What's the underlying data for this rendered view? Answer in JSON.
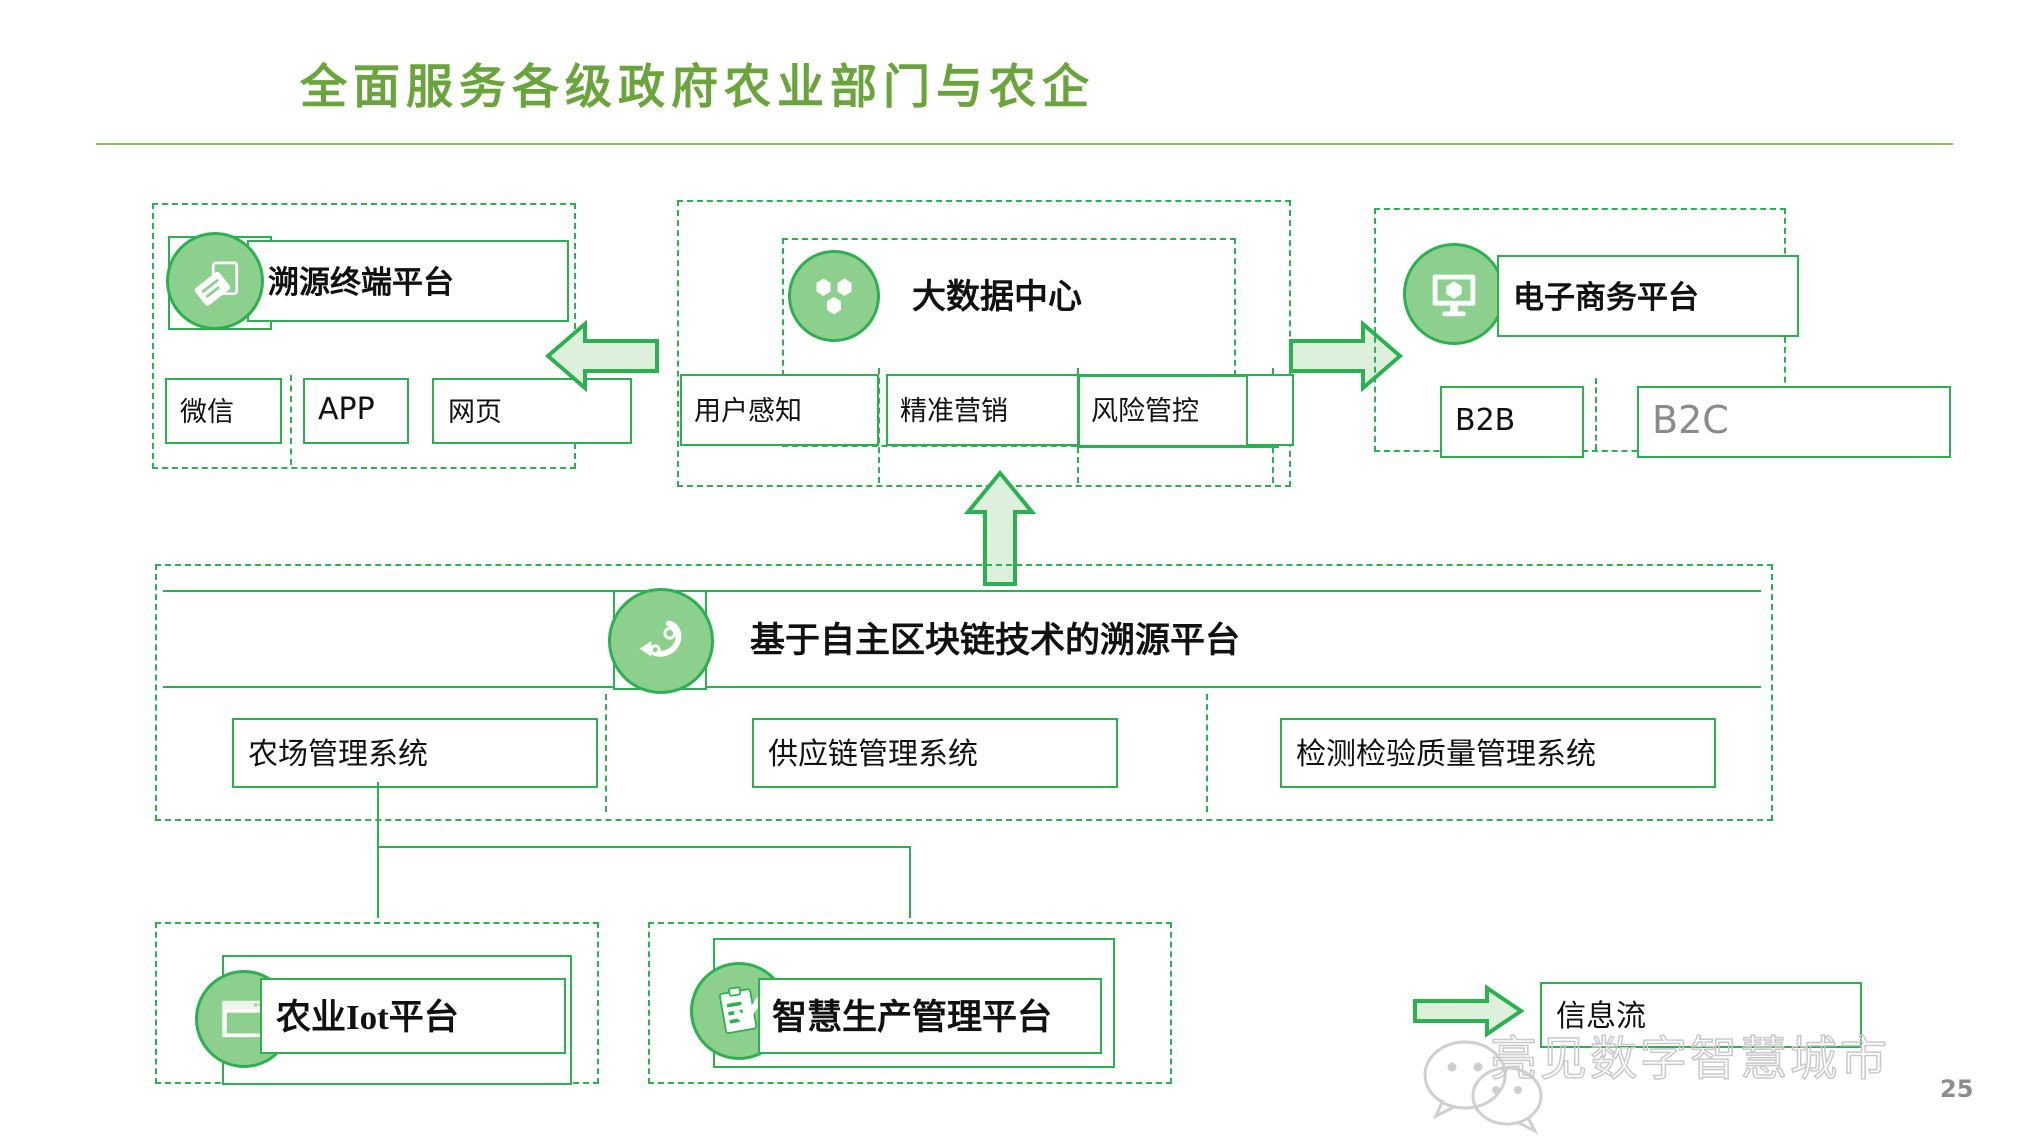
{
  "page": {
    "title": "全面服务各级政府农业部门与农企",
    "page_number": "25",
    "watermark_text": "亮见数字智慧城市",
    "accent_color": "#2bb14f",
    "title_color": "#6aa53b",
    "icon_fill_color": "#8dcf8d",
    "arrow_fill_color": "#ddf0dc"
  },
  "top_row": {
    "trace_terminal": {
      "heading": "溯源终端平台",
      "icon": "tag-icon",
      "children": [
        {
          "label": "微信"
        },
        {
          "label": "APP"
        },
        {
          "label": "网页"
        }
      ]
    },
    "big_data_center": {
      "heading": "大数据中心",
      "icon": "cube-icon",
      "children": [
        {
          "label": "用户感知"
        },
        {
          "label": "精准营销"
        },
        {
          "label": "风险管控"
        }
      ]
    },
    "ecommerce": {
      "heading": "电子商务平台",
      "icon": "monitor-cube-icon",
      "children": [
        {
          "label": "B2B"
        },
        {
          "label": "B2C"
        }
      ]
    }
  },
  "blockchain_layer": {
    "heading": "基于自主区块链技术的溯源平台",
    "icon": "chain-link-icon",
    "children": [
      {
        "label": "农场管理系统"
      },
      {
        "label": "供应链管理系统"
      },
      {
        "label": "检测检验质量管理系统"
      }
    ]
  },
  "bottom_row": [
    {
      "label": "农业Iot平台",
      "icon": "window-icon"
    },
    {
      "label": "智慧生产管理平台",
      "icon": "clipboard-check-icon"
    }
  ],
  "legend": {
    "label": "信息流",
    "icon": "right-arrow-icon"
  }
}
